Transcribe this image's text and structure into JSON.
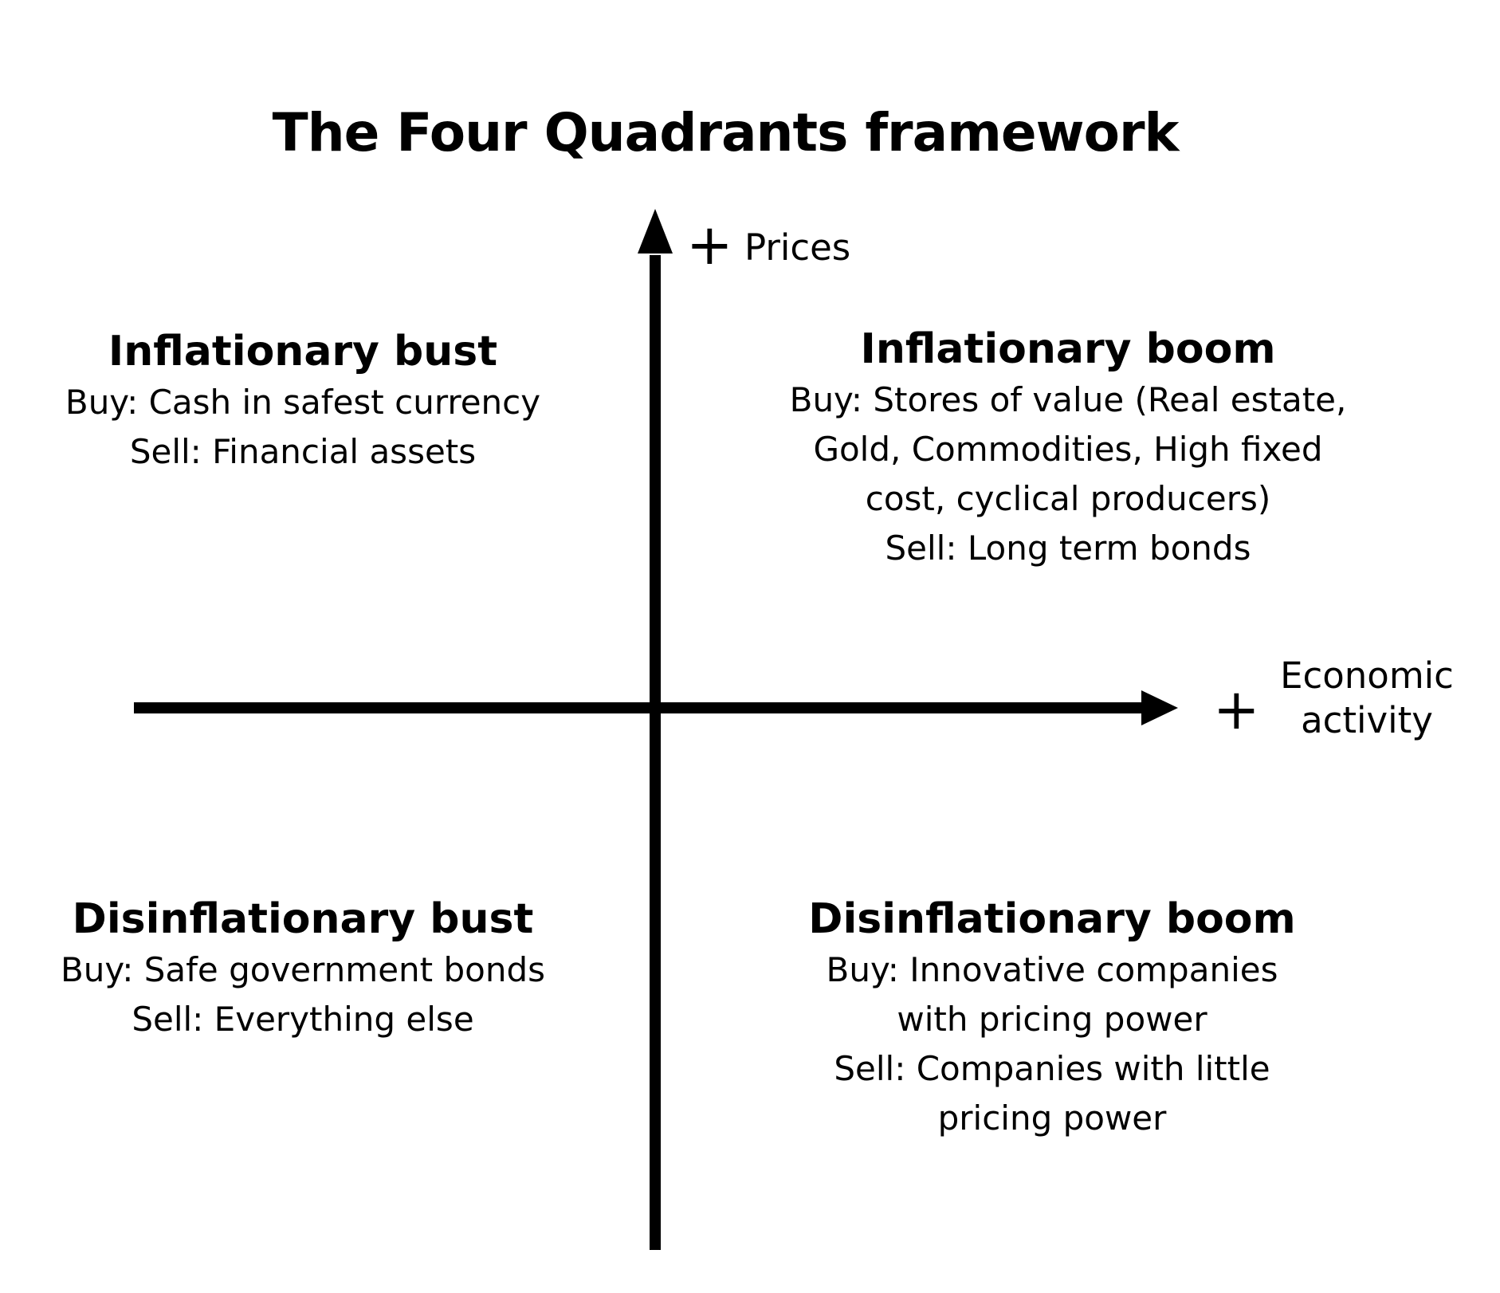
{
  "title": "The Four Quadrants framework",
  "axes": {
    "y_sign": "+",
    "y_label": "Prices",
    "x_sign": "+",
    "x_label": "Economic\nactivity",
    "color": "#000000"
  },
  "quadrants": {
    "top_left": {
      "title": "Inflationary bust",
      "lines": [
        "Buy: Cash in safest currency",
        "Sell: Financial assets"
      ]
    },
    "top_right": {
      "title": "Inflationary boom",
      "lines": [
        "Buy: Stores of value (Real estate,",
        "Gold, Commodities, High fixed",
        "cost, cyclical producers)",
        "Sell: Long term bonds"
      ]
    },
    "bottom_left": {
      "title": "Disinflationary bust",
      "lines": [
        "Buy: Safe government bonds",
        "Sell: Everything else"
      ]
    },
    "bottom_right": {
      "title": "Disinflationary boom",
      "lines": [
        "Buy: Innovative companies",
        "with pricing power",
        "Sell: Companies with little",
        "pricing power"
      ]
    }
  }
}
